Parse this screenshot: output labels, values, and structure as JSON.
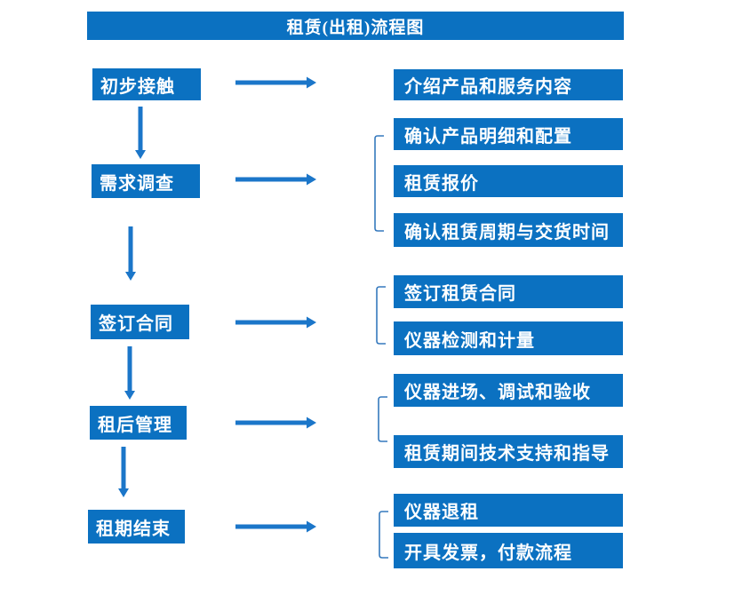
{
  "title": "租赁(出租)流程图",
  "colors": {
    "box_blue": "#0b71c1",
    "arrow_blue": "#1b76c9",
    "bracket_blue": "#3579bd",
    "text_white": "#ffffff"
  },
  "steps": [
    {
      "label": "初步接触",
      "details": [
        "介绍产品和服务内容"
      ]
    },
    {
      "label": "需求调查",
      "details": [
        "确认产品明细和配置",
        "租赁报价",
        "确认租赁周期与交货时间"
      ]
    },
    {
      "label": "签订合同",
      "details": [
        "签订租赁合同",
        "仪器检测和计量"
      ]
    },
    {
      "label": "租后管理",
      "details": [
        "仪器进场、调试和验收",
        "租赁期间技术支持和指导"
      ]
    },
    {
      "label": "租期结束",
      "details": [
        "仪器退租",
        "开具发票，付款流程"
      ]
    }
  ]
}
